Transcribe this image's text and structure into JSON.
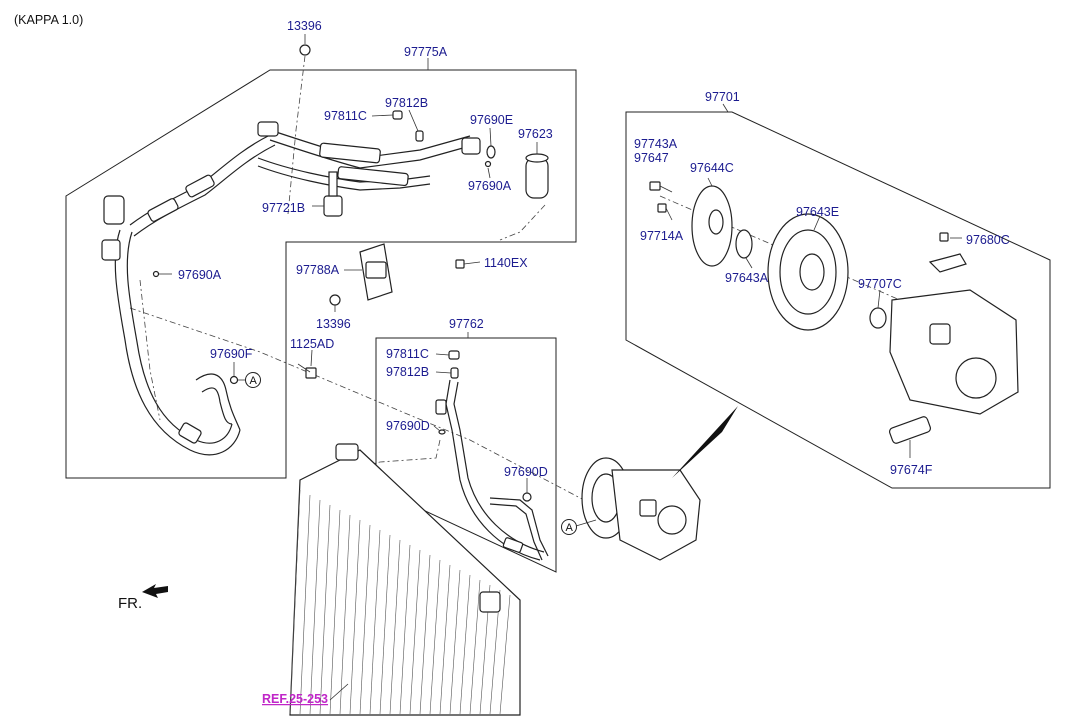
{
  "header": {
    "variant": "(KAPPA 1.0)"
  },
  "labels": {
    "p13396_top": "13396",
    "p97775A": "97775A",
    "p97811C_top": "97811C",
    "p97812B_top": "97812B",
    "p97690E": "97690E",
    "p97623": "97623",
    "p97690A_mid": "97690A",
    "p97721B": "97721B",
    "p97690A_left": "97690A",
    "p97788A": "97788A",
    "p1140EX": "1140EX",
    "p13396_mid": "13396",
    "p1125AD": "1125AD",
    "p97690F": "97690F",
    "p97762": "97762",
    "p97811C_low": "97811C",
    "p97812B_low": "97812B",
    "p97690D_left": "97690D",
    "p97690D_right": "97690D",
    "p97701": "97701",
    "p97743A": "97743A",
    "p97647": "97647",
    "p97644C": "97644C",
    "p97714A": "97714A",
    "p97643E": "97643E",
    "p97643A": "97643A",
    "p97680C": "97680C",
    "p97707C": "97707C",
    "p97674F": "97674F"
  },
  "markers": {
    "circle_a1": "A",
    "circle_a2": "A"
  },
  "reference": {
    "link": "REF.25-253"
  },
  "orientation": {
    "front": "FR."
  },
  "colors": {
    "label": "#1b1b8f",
    "reference": "#c026c8",
    "line": "#222222"
  }
}
